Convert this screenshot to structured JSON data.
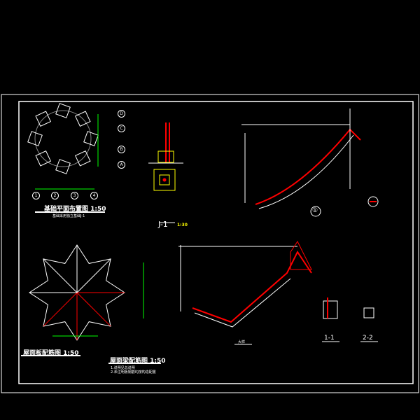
{
  "drawing": {
    "titles": {
      "foundation_plan": "基础平面布置图 1:50",
      "foundation_note": "基础采用独立基础J-1",
      "roof_slab": "屋面板配筋图 1:50",
      "roof_beam": "屋面梁配筋图 1:50",
      "roof_notes": [
        "1.说明见总说明",
        "2.未注明板钢筋均按构造配置"
      ],
      "detail_j1": "J-1",
      "detail_j1_scale": "1:30",
      "section_1": "1-1",
      "section_2": "2-2",
      "detail_mark": "①",
      "roof_section": "大样"
    },
    "axes_rows": [
      "D",
      "C",
      "B",
      "A"
    ],
    "axes_cols": [
      "1",
      "2",
      "3",
      "4"
    ],
    "colors": {
      "background": "#000000",
      "line": "#ffffff",
      "rebar": "#ff0000",
      "dim": "#00ff00",
      "accent": "#ffff00"
    }
  }
}
